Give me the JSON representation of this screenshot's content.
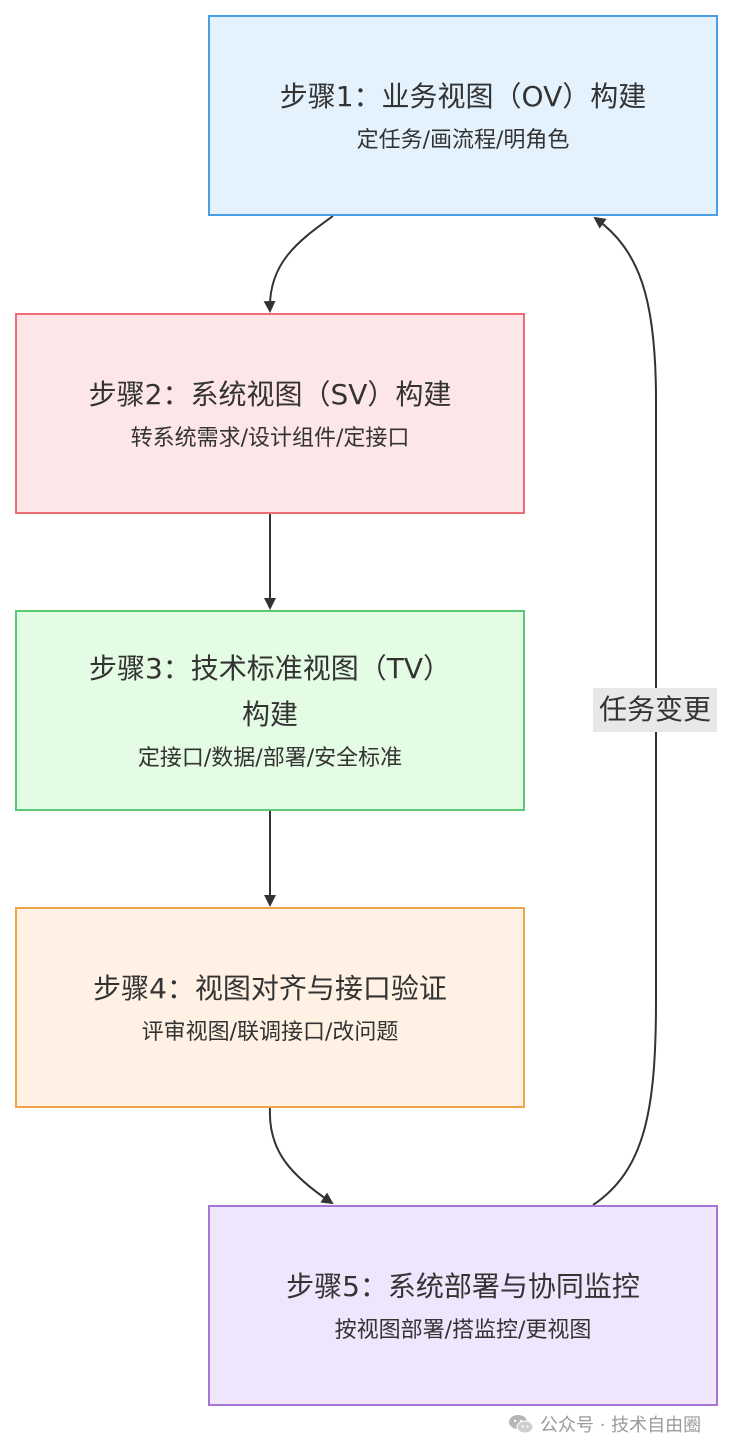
{
  "nodes": [
    {
      "id": "n1",
      "title": "步骤1：业务视图（OV）构建",
      "desc": "定任务/画流程/明角色"
    },
    {
      "id": "n2",
      "title": "步骤2：系统视图（SV）构建",
      "desc": "转系统需求/设计组件/定接口"
    },
    {
      "id": "n3",
      "title": "步骤3：技术标准视图（TV）构建",
      "desc": "定接口/数据/部署/安全标准"
    },
    {
      "id": "n4",
      "title": "步骤4：视图对齐与接口验证",
      "desc": "评审视图/联调接口/改问题"
    },
    {
      "id": "n5",
      "title": "步骤5：系统部署与协同监控",
      "desc": "按视图部署/搭监控/更视图"
    }
  ],
  "edges": [
    {
      "from": "n1",
      "to": "n2"
    },
    {
      "from": "n2",
      "to": "n3"
    },
    {
      "from": "n3",
      "to": "n4"
    },
    {
      "from": "n4",
      "to": "n5"
    },
    {
      "from": "n5",
      "to": "n1",
      "label": "任务变更"
    }
  ],
  "colors": {
    "edge": "#333333",
    "label_bg": "#e8e8e8"
  },
  "watermark": {
    "icon": "wechat-icon",
    "text": "公众号 · 技术自由圈"
  }
}
